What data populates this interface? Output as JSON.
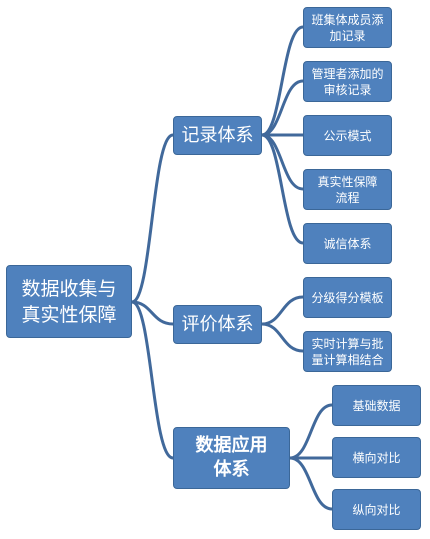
{
  "root": {
    "label": "数据收集与\n真实性保障"
  },
  "branches": [
    {
      "label": "记录体系",
      "leaves": [
        "班集体成员添\n加记录",
        "管理者添加的\n审核记录",
        "公示模式",
        "真实性保障\n流程",
        "诚信体系"
      ]
    },
    {
      "label": "评价体系",
      "leaves": [
        "分级得分模板",
        "实时计算与批\n量计算相结合"
      ]
    },
    {
      "label": "数据应用\n体系",
      "leaves": [
        "基础数据",
        "横向对比",
        "纵向对比"
      ]
    }
  ],
  "colors": {
    "node_fill": "#4f81bd",
    "node_border": "#3b6798",
    "connector": "#41699b",
    "text": "#ffffff"
  }
}
